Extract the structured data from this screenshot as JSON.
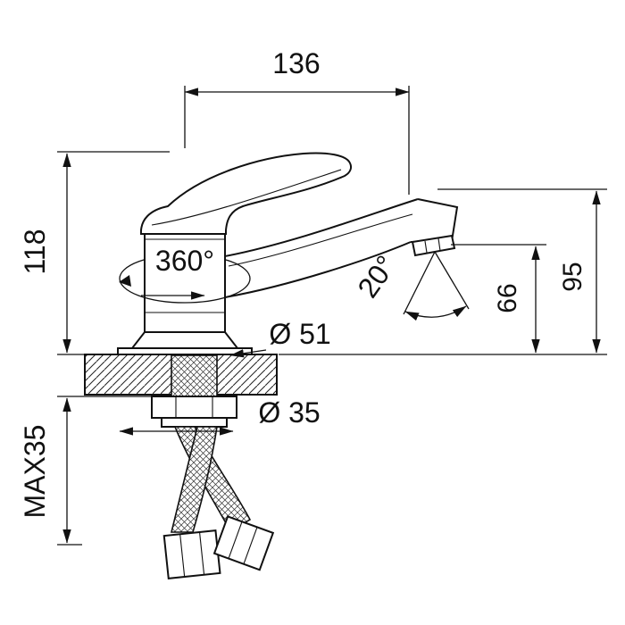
{
  "drawing": {
    "labels": {
      "spout_reach": "136",
      "body_height": "118",
      "max_thickness": "MAX35",
      "swivel_angle": "360°",
      "base_diameter": "Ø 51",
      "stream_angle": "20°",
      "outlet_height": "66",
      "total_height": "95",
      "hole_diameter": "Ø 35"
    }
  }
}
